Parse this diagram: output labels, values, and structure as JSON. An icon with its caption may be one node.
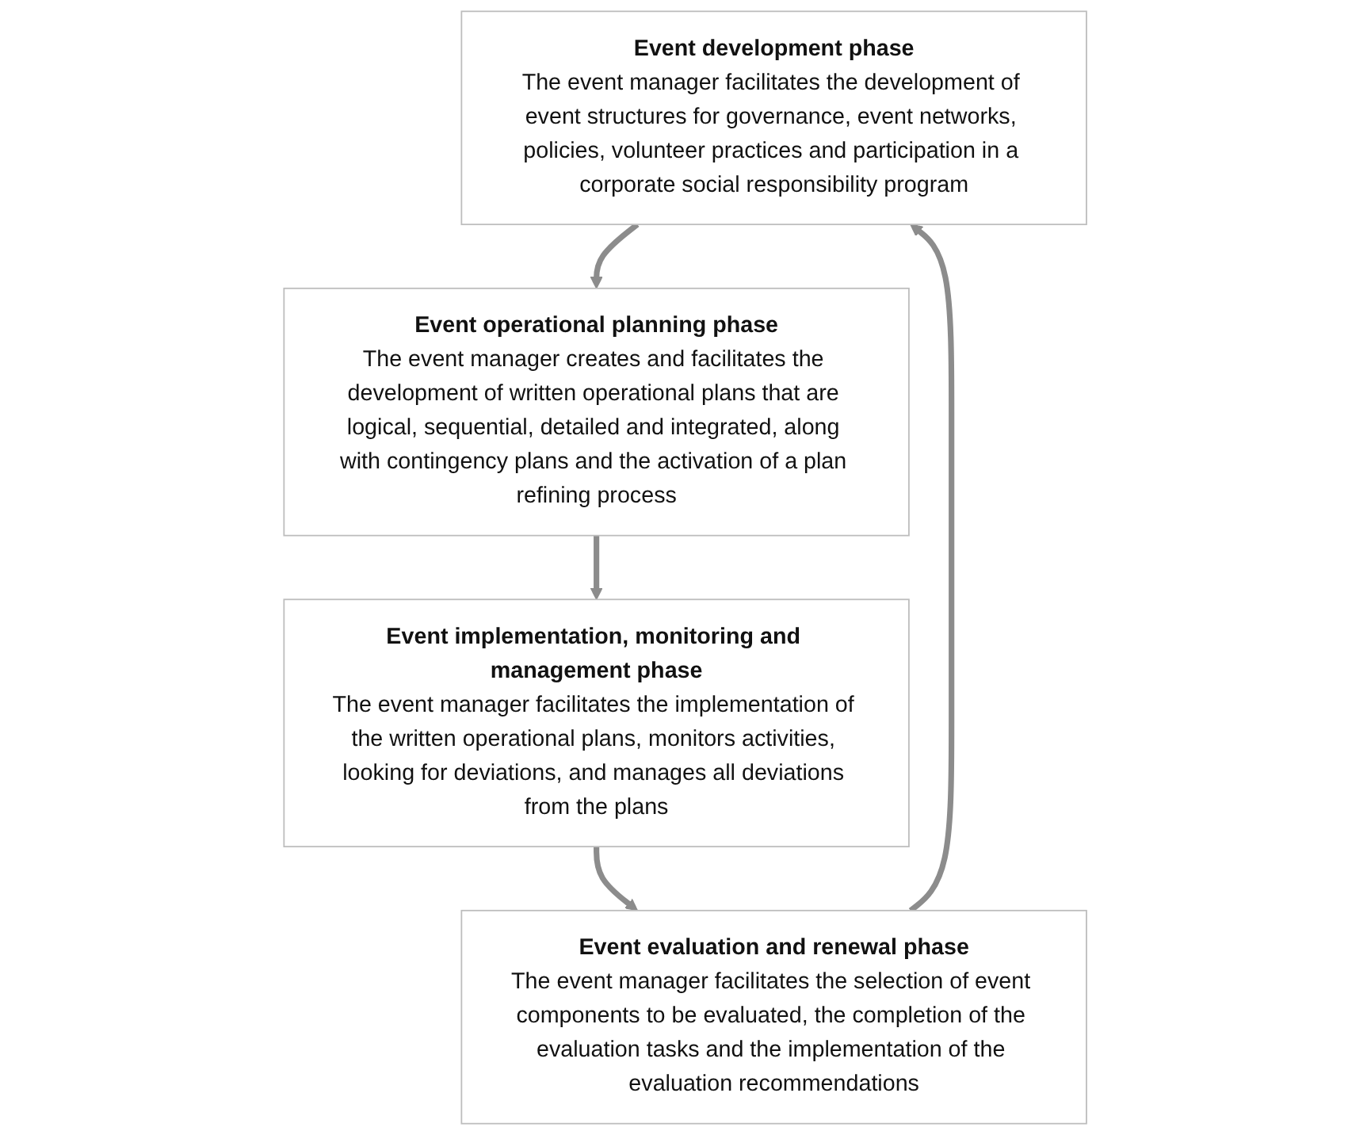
{
  "diagram": {
    "nodes": [
      {
        "text": [
          "Event development phase",
          "The event manager facilitates the development of event structures for governance, event networks, policies, volunteer practices and participation in a corporate social responsibility program"
        ]
      },
      {
        "text": [
          "Event operational planning phase",
          "The event manager creates and facilitates the development of written operational plans that are logical, sequential, detailed and integrated, along with contingency plans and the activation of a plan refining process"
        ]
      },
      {
        "text": [
          "Event implementation, monitoring and management phase",
          "The event manager facilitates the implementation of the written operational plans, monitors activities, looking for deviations, and manages all deviations from the plans"
        ]
      },
      {
        "text": [
          "Event evaluation and renewal phase",
          "The event manager facilitates the selection of event components to be evaluated, the completion of the evaluation tasks and the implementation of the evaluation recommendations"
        ]
      }
    ],
    "edges": [
      {
        "from": 0,
        "to": 1,
        "arrow": "to"
      },
      {
        "from": 1,
        "to": 2,
        "arrow": "to"
      },
      {
        "from": 2,
        "to": 3,
        "arrow": "to"
      },
      {
        "from": 3,
        "to": 0,
        "arrow": "to"
      }
    ]
  }
}
